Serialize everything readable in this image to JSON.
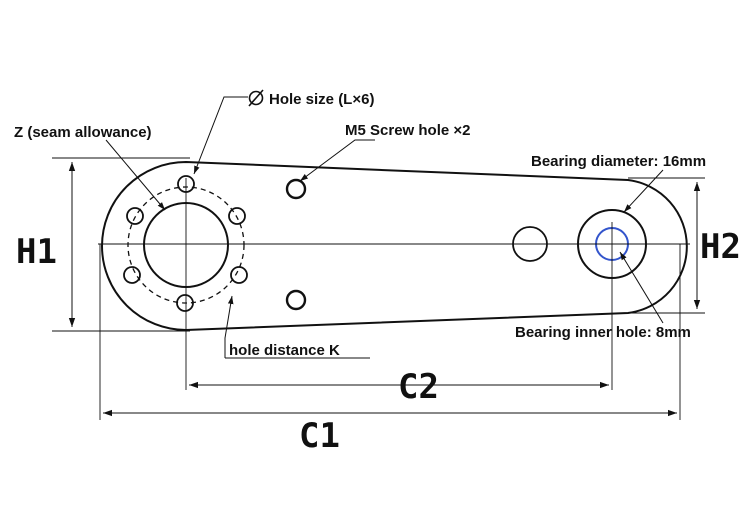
{
  "labels": {
    "hole_size": "Hole size (L×6)",
    "seam_allowance": "Z (seam allowance)",
    "screw_hole": "M5 Screw hole ×2",
    "bearing_diameter": "Bearing diameter: 16mm",
    "bearing_inner_hole": "Bearing inner hole: 8mm",
    "hole_distance": "hole distance K"
  },
  "dimensions": {
    "h1": "H1",
    "h2": "H2",
    "c1": "C1",
    "c2": "C2"
  },
  "colors": {
    "line": "#111111",
    "inner_hole": "#3355cc"
  }
}
